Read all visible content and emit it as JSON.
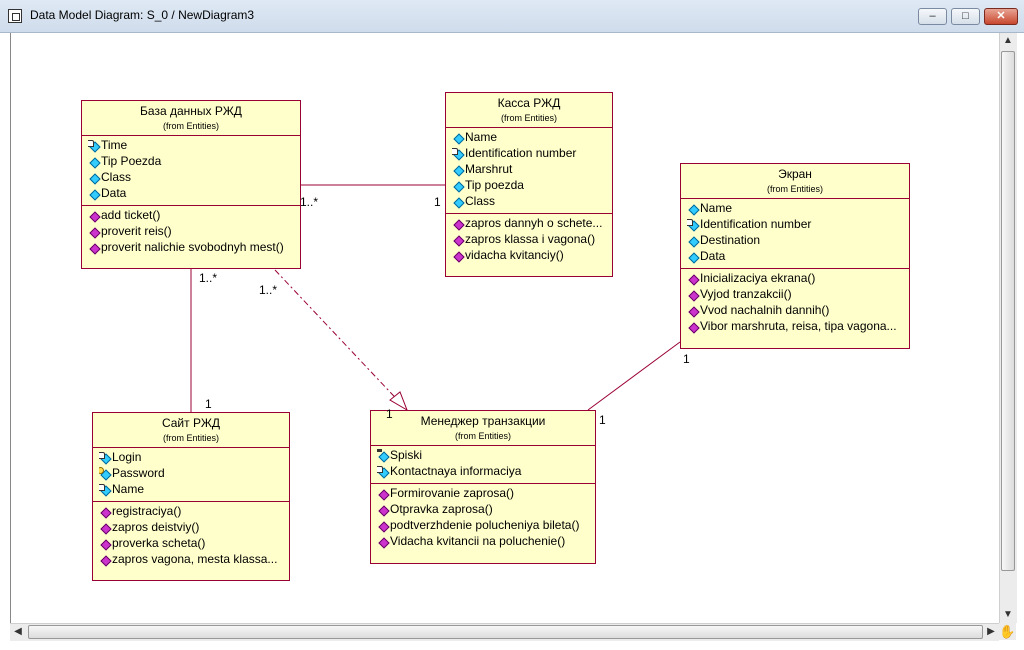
{
  "window": {
    "title": "Data Model Diagram: S_0 / NewDiagram3",
    "buttons": {
      "minimize": "–",
      "maximize": "□",
      "close": "✕"
    }
  },
  "scroll": {
    "up": "▲",
    "down": "▼",
    "left": "◀",
    "right": "▶",
    "hand_icon": "hand-pan-icon",
    "hand_glyph": "✋"
  },
  "colors": {
    "class_fill": "#ffffcc",
    "class_border": "#990033",
    "attr_icon": "#33ccff",
    "op_icon": "#cc33cc",
    "link": "#990033"
  },
  "classes": {
    "baza": {
      "name": "База данных РЖД",
      "from": "(from Entities)",
      "attributes": [
        "Time",
        "Tip Poezda",
        "Class",
        "Data"
      ],
      "operations": [
        "add ticket()",
        "proverit reis()",
        "proverit nalichie svobodnyh mest()"
      ]
    },
    "kassa": {
      "name": "Касса РЖД",
      "from": "(from Entities)",
      "attributes": [
        "Name",
        "Identification number",
        "Marshrut",
        "Tip poezda",
        "Class"
      ],
      "operations": [
        "zapros dannyh o schete...",
        "zapros klassa i vagona()",
        "vidacha kvitanciy()"
      ]
    },
    "ekran": {
      "name": "Экран",
      "from": "(from Entities)",
      "attributes": [
        "Name",
        "Identification number",
        "Destination",
        "Data"
      ],
      "operations": [
        "Inicializaciya ekrana()",
        "Vyjod tranzakcii()",
        "Vvod nachalnih dannih()",
        "Vibor marshruta, reisa, tipa vagona..."
      ]
    },
    "sait": {
      "name": "Сайт РЖД",
      "from": "(from Entities)",
      "attributes": [
        "Login",
        "Password",
        "Name"
      ],
      "operations": [
        "registraciya()",
        "zapros deistviy()",
        "proverka scheta()",
        "zapros vagona, mesta klassa..."
      ]
    },
    "menedzher": {
      "name": "Менеджер транзакции",
      "from": "(from Entities)",
      "attributes": [
        "Spiski",
        "Kontactnaya informaciya"
      ],
      "operations": [
        "Formirovanie zaprosa()",
        "Otpravka zaprosa()",
        "podtverzhdenie polucheniya bileta()",
        "Vidacha kvitancii na poluchenie()"
      ]
    }
  },
  "multiplicities": {
    "baza_kassa_a": "1..*",
    "baza_kassa_b": "1",
    "baza_sait_a": "1..*",
    "baza_sait_b": "1",
    "baza_menedzher": "1..*",
    "menedzher_arrow": "1",
    "ekran_link": "1",
    "menedzher_link": "1"
  }
}
